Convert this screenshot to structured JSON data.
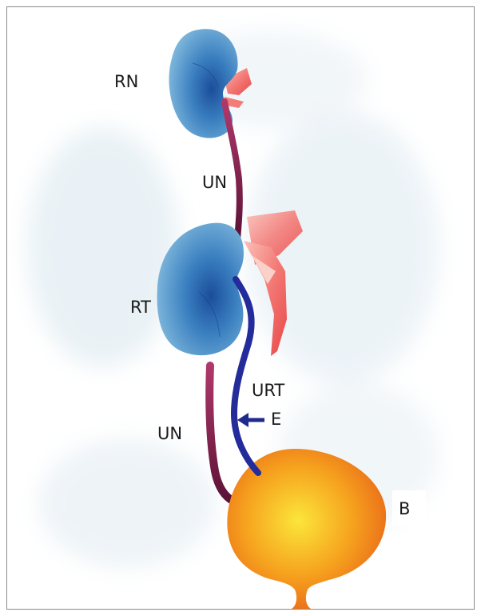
{
  "labels": {
    "rn": "RN",
    "un_upper": "UN",
    "rt": "RT",
    "urt": "URT",
    "e": "E",
    "un_lower": "UN",
    "b": "B"
  },
  "colors": {
    "kidney": "#3f86c2",
    "kidney_dark": "#1f4f9a",
    "ureter_native": "#7d1e4a",
    "ureter_transplant": "#232c9a",
    "bladder": "#f49a1c",
    "vessels": "#f07070",
    "background_cloud": "#e4eef4"
  }
}
